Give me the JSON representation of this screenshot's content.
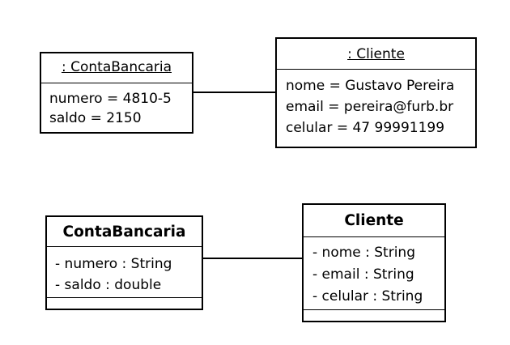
{
  "object_diagram": {
    "conta": {
      "title": ": ContaBancaria",
      "attributes": [
        "numero = 4810-5",
        "saldo = 2150"
      ]
    },
    "cliente": {
      "title": ": Cliente",
      "attributes": [
        "nome = Gustavo Pereira",
        "email = pereira@furb.br",
        "celular = 47 99991199"
      ]
    }
  },
  "class_diagram": {
    "conta": {
      "title": "ContaBancaria",
      "attributes": [
        "- numero : String",
        "- saldo : double"
      ]
    },
    "cliente": {
      "title": "Cliente",
      "attributes": [
        "- nome : String",
        "- email : String",
        "- celular : String"
      ]
    }
  }
}
